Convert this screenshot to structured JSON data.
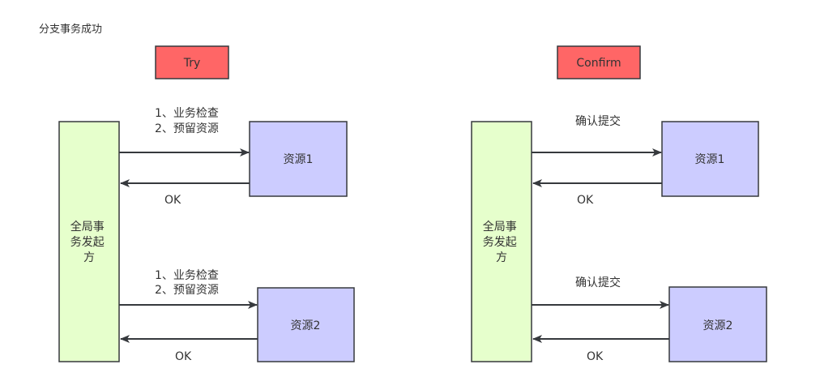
{
  "title": "分支事务成功",
  "colors": {
    "phase_fill": "#ff6666",
    "initiator_fill": "#e6ffcc",
    "resource_fill": "#ccccff",
    "stroke": "#36393d",
    "text": "#333333"
  },
  "phases": [
    {
      "label": "Try"
    },
    {
      "label": "Confirm"
    }
  ],
  "panels": [
    {
      "initiator": {
        "lines": [
          "全局事",
          "务发起",
          "方"
        ]
      },
      "resources": [
        {
          "label": "资源1",
          "request_lines": [
            "1、业务检查",
            "2、预留资源"
          ],
          "response": "OK"
        },
        {
          "label": "资源2",
          "request_lines": [
            "1、业务检查",
            "2、预留资源"
          ],
          "response": "OK"
        }
      ]
    },
    {
      "initiator": {
        "lines": [
          "全局事",
          "务发起",
          "方"
        ]
      },
      "resources": [
        {
          "label": "资源1",
          "request_lines": [
            "确认提交"
          ],
          "response": "OK"
        },
        {
          "label": "资源2",
          "request_lines": [
            "确认提交"
          ],
          "response": "OK"
        }
      ]
    }
  ]
}
